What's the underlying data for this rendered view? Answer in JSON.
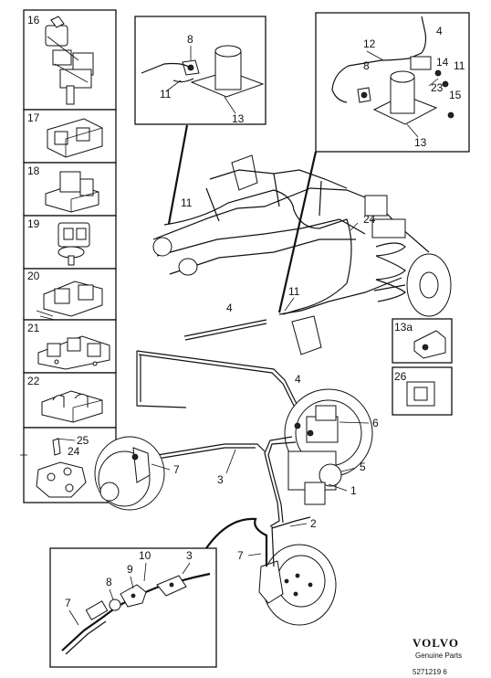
{
  "callouts": {
    "p16": "16",
    "p17": "17",
    "p18": "18",
    "p19": "19",
    "p20": "20",
    "p21": "21",
    "p22": "22",
    "p25": "25",
    "p24_box": "24",
    "d1_8": "8",
    "d1_11": "11",
    "d1_13": "13",
    "d2_12": "12",
    "d2_4": "4",
    "d2_8": "8",
    "d2_14": "14",
    "d2_11": "11",
    "d2_23": "23",
    "d2_15": "15",
    "d2_13": "13",
    "main_11a": "11",
    "main_24": "24",
    "main_4a": "4",
    "main_11b": "11",
    "p13a": "13a",
    "p26": "26",
    "main_4b": "4",
    "main_6": "6",
    "main_7a": "7",
    "main_3a": "3",
    "main_5": "5",
    "main_1": "1",
    "main_2": "2",
    "main_7b": "7",
    "d3_10": "10",
    "d3_3": "3",
    "d3_8": "8",
    "d3_9": "9",
    "d3_7": "7"
  },
  "brand": {
    "logo": "VOLVO",
    "subtitle": "Genuine Parts",
    "ref": "5271219 6"
  }
}
